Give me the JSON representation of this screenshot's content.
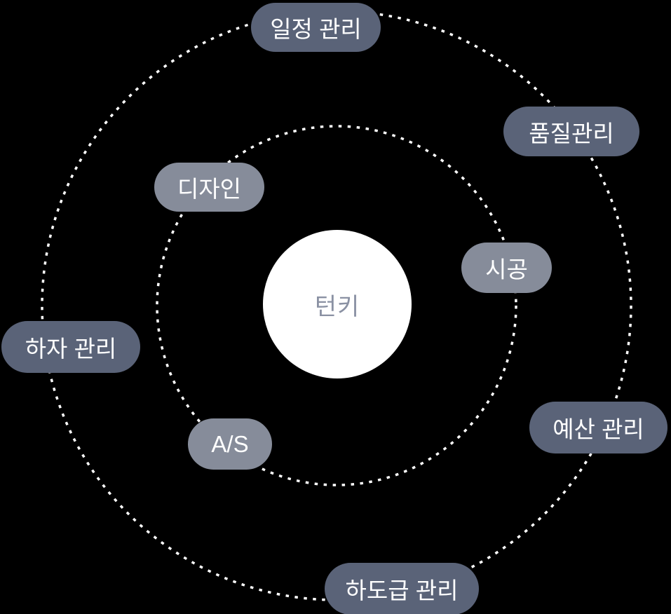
{
  "diagram": {
    "title": "turnkey-orbit-diagram",
    "center": {
      "label": "턴키"
    },
    "inner_nodes": [
      {
        "id": "design",
        "label": "디자인"
      },
      {
        "id": "construction",
        "label": "시공"
      },
      {
        "id": "after-service",
        "label": "A/S"
      }
    ],
    "outer_nodes": [
      {
        "id": "schedule-management",
        "label": "일정 관리"
      },
      {
        "id": "quality-management",
        "label": "품질관리"
      },
      {
        "id": "defect-management",
        "label": "하자 관리"
      },
      {
        "id": "budget-management",
        "label": "예산 관리"
      },
      {
        "id": "subcontract-management",
        "label": "하도급 관리"
      }
    ],
    "colors": {
      "background": "#000000",
      "dash": "#FFFFFF",
      "outer_pill": "#5A6378",
      "inner_pill": "#868C9A",
      "pill_text": "#FFFFFF",
      "center_circle": "#FFFFFF",
      "center_text": "#8A91A3"
    }
  }
}
